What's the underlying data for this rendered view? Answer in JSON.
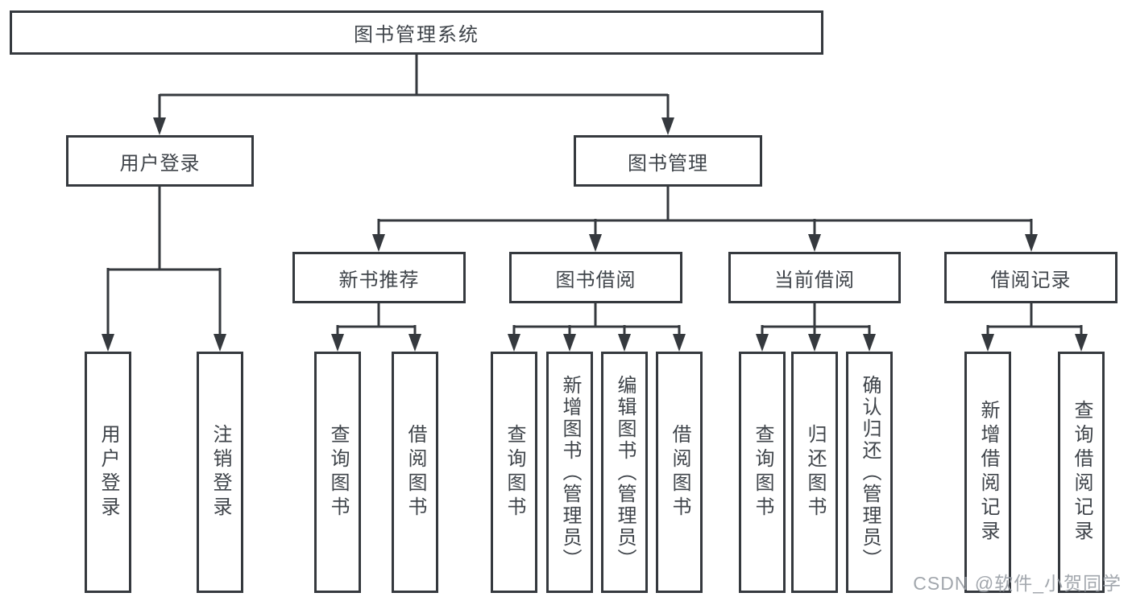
{
  "diagram_title": "图书管理系统",
  "watermark": "CSDN @软件_小贺同学",
  "colors": {
    "line": "#35393e",
    "box_border": "#35393e",
    "text": "#3f444a",
    "background": "#ffffff",
    "watermark": "#9aa0a6"
  },
  "nodes": {
    "root": {
      "label": "图书管理系统"
    },
    "user_login": {
      "label": "用户登录"
    },
    "book_mgmt": {
      "label": "图书管理"
    },
    "new_book_rec": {
      "label": "新书推荐"
    },
    "book_borrow": {
      "label": "图书借阅"
    },
    "current_borrow": {
      "label": "当前借阅"
    },
    "borrow_record": {
      "label": "借阅记录"
    },
    "ul_login": {
      "label": "用户登录"
    },
    "ul_logout": {
      "label": "注销登录"
    },
    "nbr_query": {
      "label": "查询图书"
    },
    "nbr_borrow": {
      "label": "借阅图书"
    },
    "bb_query": {
      "label": "查询图书"
    },
    "bb_add": {
      "label": "新增图书（管理员）"
    },
    "bb_edit": {
      "label": "编辑图书（管理员）"
    },
    "bb_borrow": {
      "label": "借阅图书"
    },
    "cb_query": {
      "label": "查询图书"
    },
    "cb_return": {
      "label": "归还图书"
    },
    "cb_confirm": {
      "label": "确认归还（管理员）"
    },
    "br_add": {
      "label": "新增借阅记录"
    },
    "br_query": {
      "label": "查询借阅记录"
    }
  },
  "hierarchy": {
    "label": "图书管理系统",
    "children": [
      {
        "label": "用户登录",
        "children": [
          {
            "label": "用户登录"
          },
          {
            "label": "注销登录"
          }
        ]
      },
      {
        "label": "图书管理",
        "children": [
          {
            "label": "新书推荐",
            "children": [
              {
                "label": "查询图书"
              },
              {
                "label": "借阅图书"
              }
            ]
          },
          {
            "label": "图书借阅",
            "children": [
              {
                "label": "查询图书"
              },
              {
                "label": "新增图书（管理员）"
              },
              {
                "label": "编辑图书（管理员）"
              },
              {
                "label": "借阅图书"
              }
            ]
          },
          {
            "label": "当前借阅",
            "children": [
              {
                "label": "查询图书"
              },
              {
                "label": "归还图书"
              },
              {
                "label": "确认归还（管理员）"
              }
            ]
          },
          {
            "label": "借阅记录",
            "children": [
              {
                "label": "新增借阅记录"
              },
              {
                "label": "查询借阅记录"
              }
            ]
          }
        ]
      }
    ]
  }
}
